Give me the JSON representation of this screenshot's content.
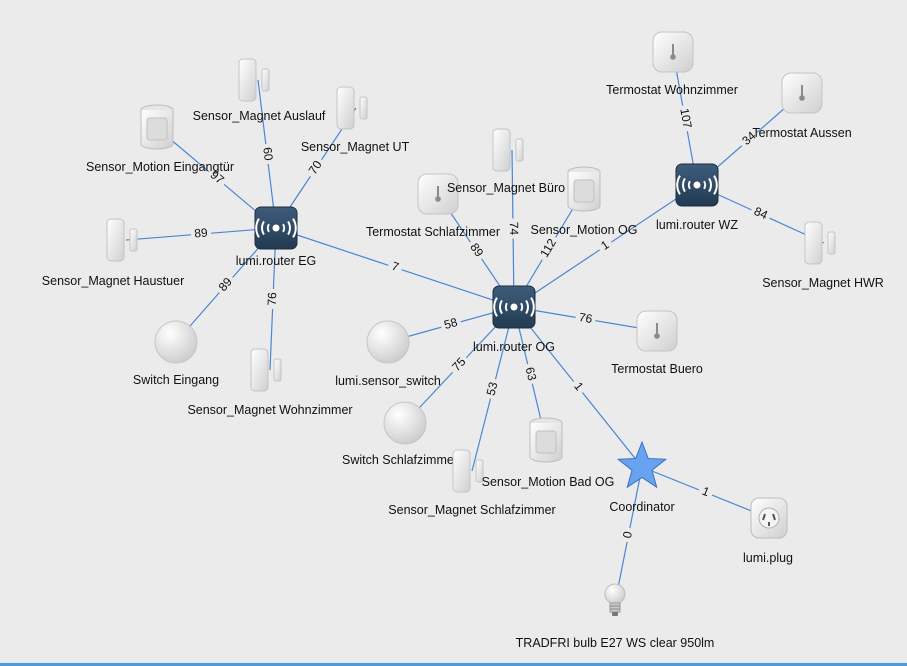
{
  "colors": {
    "edge": "#4a86d6",
    "router": "#2f4a66",
    "coordinator": "#6aa2f2",
    "background": "#ebebeb"
  },
  "nodes": [
    {
      "id": "router_eg",
      "label": "lumi.router EG",
      "icon": "router-icon"
    },
    {
      "id": "router_og",
      "label": "lumi.router OG",
      "icon": "router-icon"
    },
    {
      "id": "router_wz",
      "label": "lumi.router WZ",
      "icon": "router-icon"
    },
    {
      "id": "coordinator",
      "label": "Coordinator",
      "icon": "star-icon"
    },
    {
      "id": "magnet_auslauf",
      "label": "Sensor_Magnet Auslauf",
      "icon": "door-sensor-icon"
    },
    {
      "id": "magnet_ut",
      "label": "Sensor_Magnet UT",
      "icon": "door-sensor-icon"
    },
    {
      "id": "motion_eingang",
      "label": "Sensor_Motion Eingangtür",
      "icon": "motion-sensor-icon"
    },
    {
      "id": "magnet_haustuer",
      "label": "Sensor_Magnet Haustuer",
      "icon": "door-sensor-icon"
    },
    {
      "id": "switch_eingang",
      "label": "Switch Eingang",
      "icon": "switch-icon"
    },
    {
      "id": "magnet_wohnzimmer",
      "label": "Sensor_Magnet Wohnzimmer",
      "icon": "door-sensor-icon"
    },
    {
      "id": "termo_schlaf",
      "label": "Termostat Schlafzimmer",
      "icon": "thermostat-icon"
    },
    {
      "id": "magnet_buero",
      "label": "Sensor_Magnet Büro",
      "icon": "door-sensor-icon"
    },
    {
      "id": "motion_og",
      "label": "Sensor_Motion OG",
      "icon": "motion-sensor-icon"
    },
    {
      "id": "termo_wohn",
      "label": "Termostat Wohnzimmer",
      "icon": "thermostat-icon"
    },
    {
      "id": "termo_aussen",
      "label": "Termostat Aussen",
      "icon": "thermostat-icon"
    },
    {
      "id": "magnet_hwr",
      "label": "Sensor_Magnet HWR",
      "icon": "door-sensor-icon"
    },
    {
      "id": "sensor_switch",
      "label": "lumi.sensor_switch",
      "icon": "switch-icon"
    },
    {
      "id": "termo_buero",
      "label": "Termostat Buero",
      "icon": "thermostat-icon"
    },
    {
      "id": "switch_schlaf",
      "label": "Switch Schlafzimmer",
      "icon": "switch-icon"
    },
    {
      "id": "magnet_schlaf",
      "label": "Sensor_Magnet Schlafzimmer",
      "icon": "door-sensor-icon"
    },
    {
      "id": "motion_bad",
      "label": "Sensor_Motion Bad OG",
      "icon": "motion-sensor-icon"
    },
    {
      "id": "plug",
      "label": "lumi.plug",
      "icon": "plug-icon"
    },
    {
      "id": "bulb",
      "label": "TRADFRI bulb E27 WS clear 950lm",
      "icon": "bulb-icon"
    }
  ],
  "edges": [
    {
      "from": "router_eg",
      "to": "magnet_auslauf",
      "label": "60"
    },
    {
      "from": "router_eg",
      "to": "magnet_ut",
      "label": "70"
    },
    {
      "from": "router_eg",
      "to": "motion_eingang",
      "label": "97"
    },
    {
      "from": "router_eg",
      "to": "magnet_haustuer",
      "label": "89"
    },
    {
      "from": "router_eg",
      "to": "switch_eingang",
      "label": "89"
    },
    {
      "from": "router_eg",
      "to": "magnet_wohnzimmer",
      "label": "76"
    },
    {
      "from": "router_eg",
      "to": "router_og",
      "label": "7"
    },
    {
      "from": "router_og",
      "to": "termo_schlaf",
      "label": "89"
    },
    {
      "from": "router_og",
      "to": "magnet_buero",
      "label": "74"
    },
    {
      "from": "router_og",
      "to": "motion_og",
      "label": "112"
    },
    {
      "from": "router_og",
      "to": "router_wz",
      "label": "1"
    },
    {
      "from": "router_og",
      "to": "sensor_switch",
      "label": "58"
    },
    {
      "from": "router_og",
      "to": "termo_buero",
      "label": "76"
    },
    {
      "from": "router_og",
      "to": "switch_schlaf",
      "label": "75"
    },
    {
      "from": "router_og",
      "to": "magnet_schlaf",
      "label": "53"
    },
    {
      "from": "router_og",
      "to": "motion_bad",
      "label": "63"
    },
    {
      "from": "router_og",
      "to": "coordinator",
      "label": "1"
    },
    {
      "from": "router_wz",
      "to": "termo_wohn",
      "label": "107"
    },
    {
      "from": "router_wz",
      "to": "termo_aussen",
      "label": "34"
    },
    {
      "from": "router_wz",
      "to": "magnet_hwr",
      "label": "84"
    },
    {
      "from": "coordinator",
      "to": "plug",
      "label": "1"
    },
    {
      "from": "coordinator",
      "to": "bulb",
      "label": "0"
    }
  ]
}
